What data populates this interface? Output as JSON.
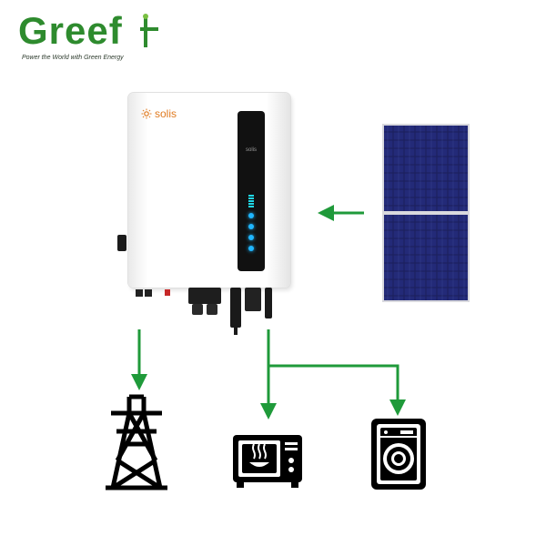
{
  "brand": {
    "name": "Greef",
    "tagline": "Power the World with Green Energy",
    "color": "#2e8b2e"
  },
  "inverter": {
    "brand": "solis",
    "display_brand": "solis",
    "brand_color": "#e07a1f",
    "led_color": "#1fb6ff"
  },
  "flow": {
    "arrow_color": "#1f9a3a"
  },
  "icons": {
    "solar": "solar-panel-icon",
    "grid": "power-pylon-icon",
    "load1": "microwave-icon",
    "load2": "washing-machine-icon"
  }
}
